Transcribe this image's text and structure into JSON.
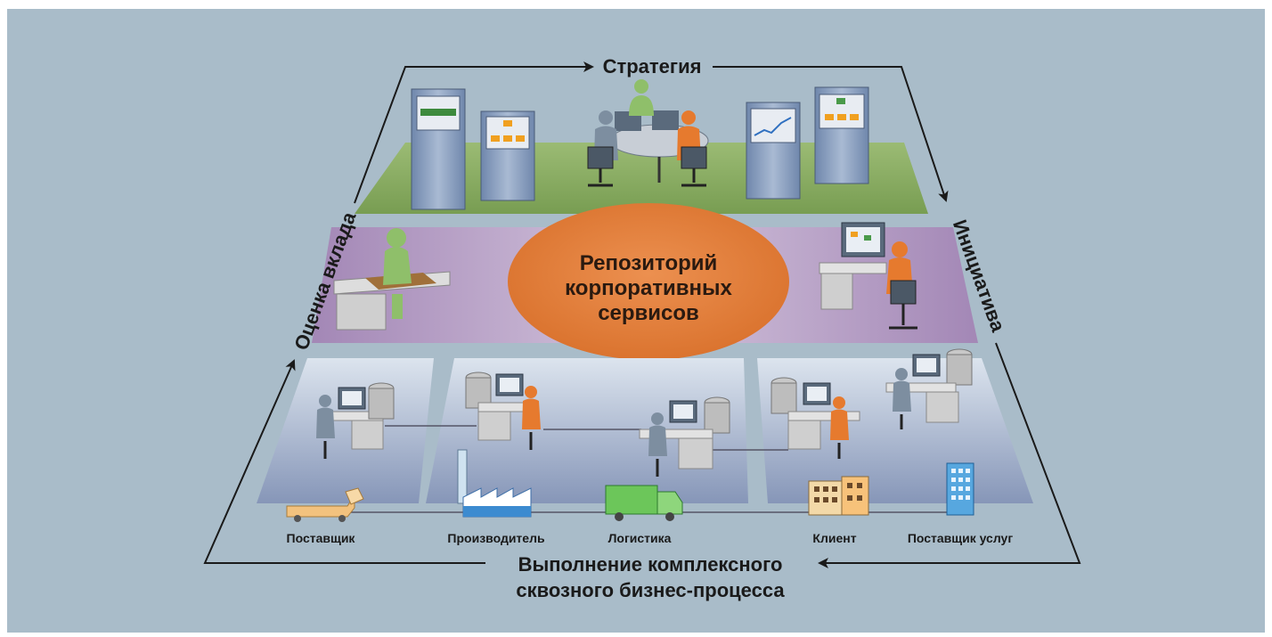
{
  "diagram": {
    "top_arrow_label": "Стратегия",
    "right_arrow_label": "Инициатива",
    "left_arrow_label": "Оценка вклада",
    "bottom_label_line1": "Выполнение комплексного",
    "bottom_label_line2": "сквозного бизнес-процесса",
    "hub_line1": "Репозиторий",
    "hub_line2": "корпоративных",
    "hub_line3": "сервисов",
    "supply_chain": [
      {
        "label": "Поставщик",
        "icon": "truck-icon"
      },
      {
        "label": "Производитель",
        "icon": "factory-icon"
      },
      {
        "label": "Логистика",
        "icon": "delivery-truck-icon"
      },
      {
        "label": "Клиент",
        "icon": "building-icon"
      },
      {
        "label": "Поставщик услуг",
        "icon": "office-tower-icon"
      }
    ]
  },
  "colors": {
    "background": "#a9bcc9",
    "strategy_layer": "#86a95f",
    "service_layer": "#b49ac4",
    "process_layer": "#c2cfe0",
    "hub": "#e2803a",
    "person_green": "#8fbf6a",
    "person_orange": "#e67a2e",
    "person_gray": "#7d8ea0"
  }
}
